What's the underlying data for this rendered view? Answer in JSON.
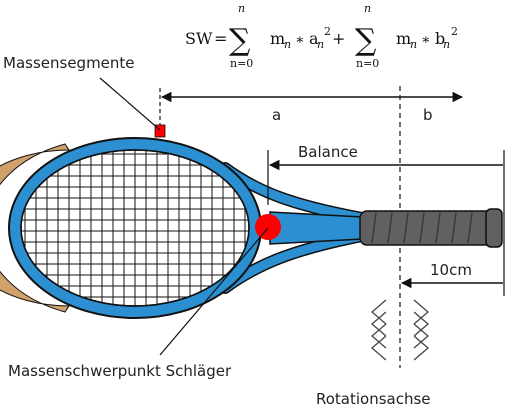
{
  "formula": {
    "lhs": "SW",
    "equals": "=",
    "sum1": {
      "symbol": "∑",
      "upper": "n",
      "lower": "n=0",
      "m": "m",
      "sub": "n",
      "op": "∗",
      "var": "a",
      "exp": "2"
    },
    "plus": "+",
    "sum2": {
      "symbol": "∑",
      "upper": "n",
      "lower": "n=0",
      "m": "m",
      "sub": "n",
      "op": "∗",
      "var": "b",
      "exp": "2"
    }
  },
  "labels": {
    "mass_segments": "Massensegmente",
    "a": "a",
    "b": "b",
    "balance": "Balance",
    "ten_cm": "10cm",
    "center_of_mass": "Massenschwerpunkt Schläger",
    "rotation_axis": "Rotationsachse"
  },
  "colors": {
    "frame_blue": "#2b8fd1",
    "bumper": "#d2a06b",
    "mass_segment": "#ff0000",
    "center_of_mass_dot": "#ff0000",
    "grip": "#606060",
    "outline": "#111111"
  }
}
